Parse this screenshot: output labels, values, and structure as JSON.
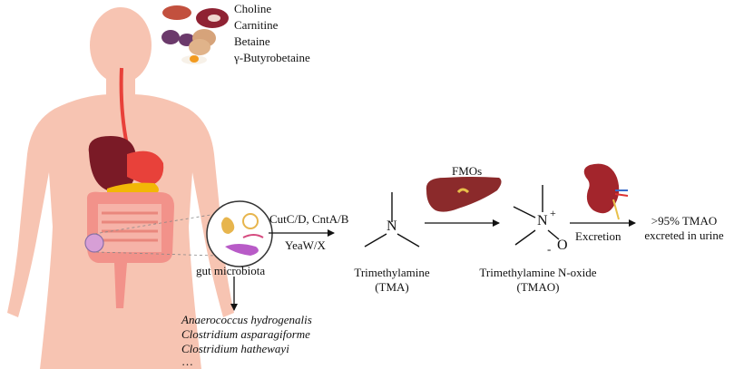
{
  "diet": {
    "nutrients": [
      "Choline",
      "Carnitine",
      "Betaine",
      "γ-Butyrobetaine"
    ]
  },
  "microbiota": {
    "label": "gut microbiota",
    "enzymes_line1": "CutC/D, CntA/B",
    "enzymes_line2": "YeaW/X",
    "species": [
      "Anaerococcus hydrogenalis",
      "Clostridium asparagiforme",
      "Clostridium hathewayi",
      "…"
    ]
  },
  "tma": {
    "atom": "N",
    "name": "Trimethylamine",
    "abbr": "(TMA)"
  },
  "liver": {
    "label": "FMOs"
  },
  "tmao": {
    "atom": "N",
    "charge_plus": "+",
    "charge_minus": "-",
    "oxygen": "O",
    "name": "Trimethylamine N-oxide",
    "abbr": "(TMAO)"
  },
  "kidney": {
    "label": "Excretion"
  },
  "outcome": {
    "line1": ">95% TMAO",
    "line2": "excreted in urine"
  }
}
